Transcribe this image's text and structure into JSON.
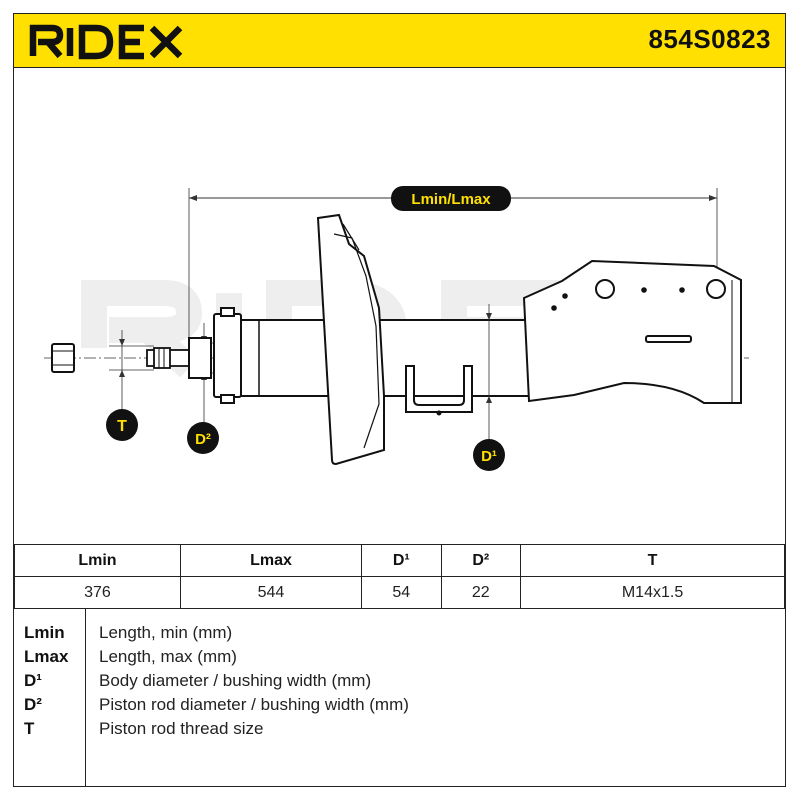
{
  "header": {
    "brand": "RIDEX",
    "part_number": "854S0823",
    "background_color": "#ffe000"
  },
  "drawing": {
    "watermark": "RIDEX",
    "dimension_label": "Lmin/Lmax",
    "badges": {
      "thread": "T",
      "rod_diameter": "D²",
      "body_diameter": "D¹"
    }
  },
  "spec_table": {
    "headers": [
      "Lmin",
      "Lmax",
      "D¹",
      "D²",
      "T"
    ],
    "values": [
      "376",
      "544",
      "54",
      "22",
      "M14x1.5"
    ]
  },
  "legend": [
    {
      "key": "Lmin",
      "description": "Length, min (mm)"
    },
    {
      "key": "Lmax",
      "description": "Length, max (mm)"
    },
    {
      "key": "D¹",
      "description": "Body diameter / bushing width (mm)"
    },
    {
      "key": "D²",
      "description": "Piston rod diameter / bushing width (mm)"
    },
    {
      "key": "T",
      "description": "Piston rod thread size"
    }
  ]
}
